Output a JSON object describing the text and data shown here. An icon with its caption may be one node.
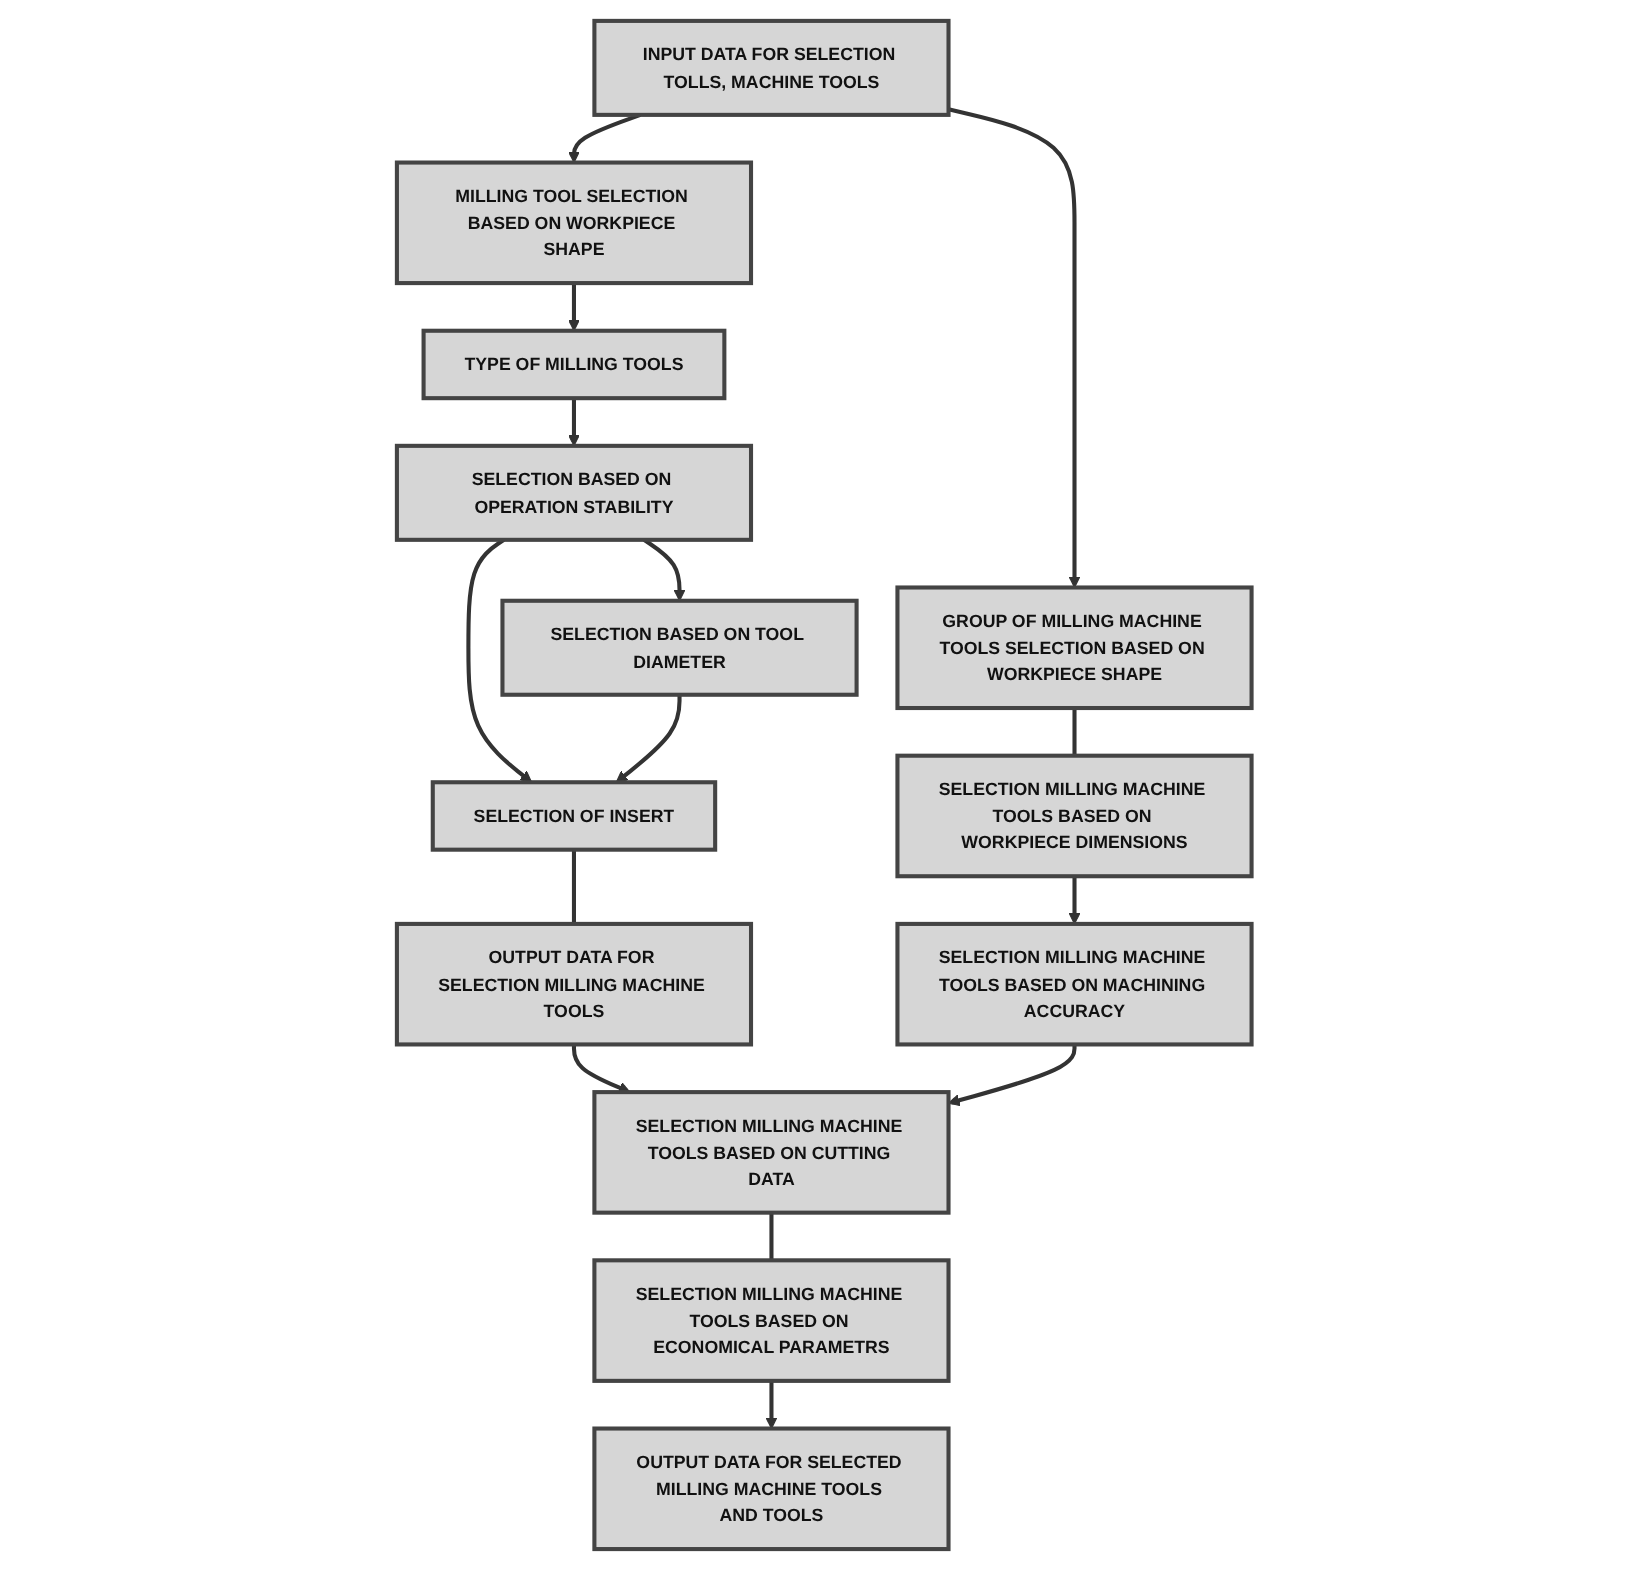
{
  "diagram": {
    "nodes": [
      {
        "text": [
          "INPUT DATA FOR SELECTION TOLLS, MACHINE TOOLS"
        ]
      },
      {
        "text": [
          "MILLING TOOL SELECTION BASED ON WORKPIECE SHAPE"
        ]
      },
      {
        "text": [
          "GROUP OF MILLING MACHINE TOOLS SELECTION BASED ON WORKPIECE SHAPE"
        ]
      },
      {
        "text": [
          "TYPE OF MILLING TOOLS"
        ]
      },
      {
        "text": [
          "SELECTION MILLING MACHINE TOOLS BASED ON WORKPIECE DIMENSIONS"
        ]
      },
      {
        "text": [
          "SELECTION BASED ON OPERATION STABILITY"
        ]
      },
      {
        "text": [
          "SELECTION MILLING MACHINE TOOLS BASED ON MACHINING ACCURACY"
        ]
      },
      {
        "text": [
          "SELECTION BASED ON TOOL DIAMETER"
        ]
      },
      {
        "text": [
          "SELECTION OF INSERT"
        ]
      },
      {
        "text": [
          "SELECTION MILLING MACHINE TOOLS BASED ON CUTTING DATA"
        ]
      },
      {
        "text": [
          "OUTPUT DATA FOR SELECTION MILLING MACHINE TOOLS"
        ]
      },
      {
        "text": [
          "SELECTION MILLING MACHINE TOOLS BASED ON ECONOMICAL PARAMETRS"
        ]
      },
      {
        "text": [
          "OUTPUT DATA FOR SELECTED MILLING MACHINE TOOLS AND TOOLS"
        ]
      }
    ],
    "edges": [
      {
        "from": 0,
        "to": 1,
        "arrow": "to"
      },
      {
        "from": 0,
        "to": 2,
        "arrow": "to"
      },
      {
        "from": 1,
        "to": 3,
        "arrow": "to"
      },
      {
        "from": 3,
        "to": 5,
        "arrow": "to"
      },
      {
        "from": 5,
        "to": 7,
        "arrow": "to"
      },
      {
        "from": 5,
        "to": 8,
        "arrow": "to"
      },
      {
        "from": 7,
        "to": 8,
        "arrow": "to"
      },
      {
        "from": 8,
        "to": 10,
        "arrow": "none"
      },
      {
        "from": 10,
        "to": 9,
        "arrow": "to"
      },
      {
        "from": 2,
        "to": 4,
        "arrow": "none"
      },
      {
        "from": 4,
        "to": 6,
        "arrow": "to"
      },
      {
        "from": 6,
        "to": 9,
        "arrow": "to"
      },
      {
        "from": 9,
        "to": 11,
        "arrow": "none"
      },
      {
        "from": 11,
        "to": 12,
        "arrow": "to"
      }
    ]
  }
}
